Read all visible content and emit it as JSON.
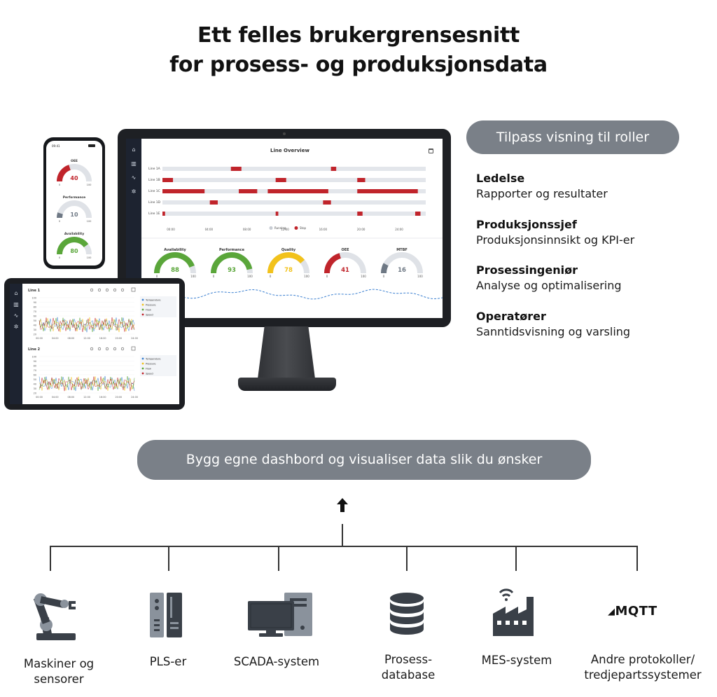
{
  "header": {
    "line1": "Ett felles brukergrensesnitt",
    "line2": "for prosess- og produksjonsdata"
  },
  "colors": {
    "pill": "#7a8088",
    "stop_red": "#c0242b",
    "running_grey": "#e3e6eb",
    "good_green": "#5aa63a",
    "warn_yellow": "#f2c21b",
    "dark_slate": "#3a4048"
  },
  "monitor": {
    "title": "Line Overview",
    "lines": [
      "Line 1A",
      "Line 1B",
      "Line 1C",
      "Line 1D",
      "Line 1E"
    ],
    "time_ticks": [
      "00:00",
      "04:00",
      "08:00",
      "12:00",
      "16:00",
      "20:00",
      "24:00"
    ],
    "legend_running": "Running",
    "legend_stop": "Stop",
    "gauges": [
      {
        "label": "Availability",
        "value": "88",
        "min": "0",
        "max": "100",
        "color": "#5aa63a",
        "fraction": 0.88
      },
      {
        "label": "Performance",
        "value": "93",
        "min": "0",
        "max": "100",
        "color": "#5aa63a",
        "fraction": 0.93
      },
      {
        "label": "Quality",
        "value": "78",
        "min": "0",
        "max": "100",
        "color": "#f2c21b",
        "fraction": 0.78
      },
      {
        "label": "OEE",
        "value": "41",
        "min": "0",
        "max": "100",
        "color": "#c0242b",
        "fraction": 0.41
      },
      {
        "label": "MTBF",
        "value": "16",
        "min": "0",
        "max": "100",
        "color": "#6e7884",
        "fraction": 0.16
      }
    ]
  },
  "phone": {
    "status_time": "09:41",
    "gauges": [
      {
        "label": "OEE",
        "value": "40",
        "min": "0",
        "max": "100",
        "color": "#c0242b",
        "fraction": 0.4
      },
      {
        "label": "Performance",
        "value": "10",
        "min": "0",
        "max": "100",
        "color": "#6e7884",
        "fraction": 0.1
      },
      {
        "label": "Availability",
        "value": "80",
        "min": "0",
        "max": "100",
        "color": "#5aa63a",
        "fraction": 0.8
      }
    ]
  },
  "tablet": {
    "charts": [
      {
        "title": "Line 1"
      },
      {
        "title": "Line 2"
      }
    ],
    "y_ticks": [
      "100",
      "90",
      "80",
      "70",
      "60",
      "50",
      "40",
      "30",
      "20"
    ],
    "x_ticks": [
      "00:00",
      "04:00",
      "08:00",
      "12:00",
      "16:00",
      "20:00",
      "24:00"
    ],
    "legend": [
      "Temperature",
      "Pressure",
      "Flow",
      "Speed"
    ]
  },
  "roles": {
    "pill": "Tilpass visning til roller",
    "items": [
      {
        "title": "Ledelse",
        "desc": "Rapporter og resultater"
      },
      {
        "title": "Produksjonssjef",
        "desc": "Produksjonsinnsikt og KPI-er"
      },
      {
        "title": "Prosessingeniør",
        "desc": "Analyse og optimalisering"
      },
      {
        "title": "Operatører",
        "desc": "Sanntidsvisning og varsling"
      }
    ]
  },
  "build": {
    "pill": "Bygg egne dashbord og visualiser data slik du ønsker"
  },
  "sources": {
    "machines": {
      "line1": "Maskiner og",
      "line2": "sensorer",
      "icon": "robot-arm-icon"
    },
    "plc": {
      "line1": "PLS-er",
      "icon": "plc-icon"
    },
    "scada": {
      "line1": "SCADA-system",
      "icon": "computer-icon"
    },
    "database": {
      "line1": "Prosess-",
      "line2": "database",
      "icon": "database-icon"
    },
    "mes": {
      "line1": "MES-system",
      "icon": "factory-icon"
    },
    "other": {
      "logo": "MQTT",
      "line1": "Andre protokoller/",
      "line2": "tredjepartssystemer",
      "icon": "mqtt-logo"
    }
  }
}
